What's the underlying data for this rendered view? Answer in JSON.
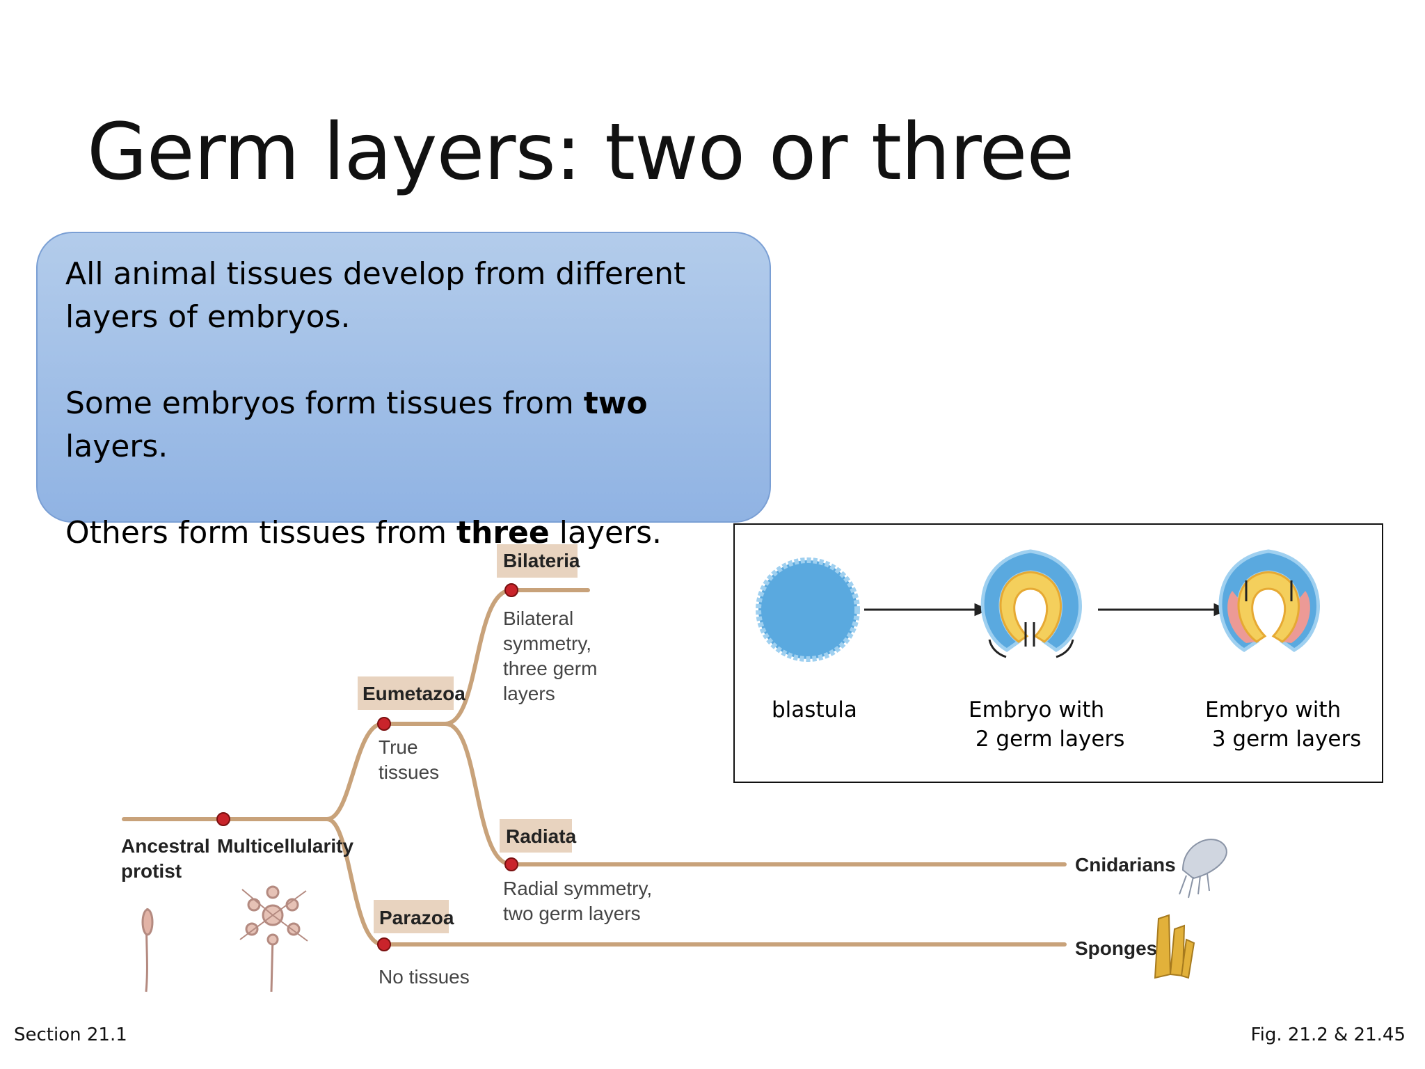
{
  "slide": {
    "title": "Germ layers: two or three",
    "callout": {
      "line1": "All animal tissues develop from different layers of embryos.",
      "line2_before": "Some embryos form tissues from ",
      "line2_bold": "two",
      "line2_after": " layers.",
      "line3_before": "Others form tissues from ",
      "line3_bold": "three",
      "line3_after": " layers."
    },
    "embryo_panel": {
      "stage1": "blastula",
      "stage2": "Embryo with\n 2 germ layers",
      "stage3": "Embryo with\n 3 germ layers"
    },
    "tree": {
      "ancestral": "Ancestral\nprotist",
      "multicellularity": "Multicellularity",
      "eumetazoa": "Eumetazoa",
      "true_tissues": "True\ntissues",
      "bilateria": "Bilateria",
      "bilateral_desc": "Bilateral\nsymmetry,\nthree germ\nlayers",
      "radiata": "Radiata",
      "radial_desc": "Radial symmetry,\ntwo germ layers",
      "parazoa": "Parazoa",
      "no_tissues": "No tissues",
      "cnidarians": "Cnidarians",
      "sponges": "Sponges"
    },
    "footer": {
      "left": "Section 21.1",
      "right": "Fig. 21.2 & 21.45"
    },
    "colors": {
      "callout_fill": "#a3c0e8",
      "branch": "#c8a27a",
      "node": "#c9242b",
      "label_box": "#e8d3bf",
      "embryo_blue": "#5aa9df",
      "embryo_yellow": "#f4cf5c",
      "embryo_pink": "#ec9a96"
    }
  }
}
